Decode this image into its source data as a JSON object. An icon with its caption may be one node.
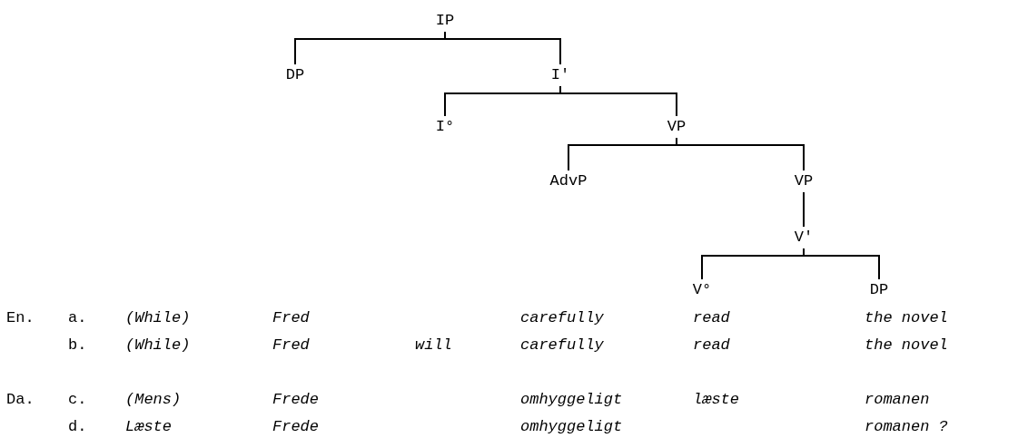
{
  "diagram": {
    "nodes": [
      {
        "text": [
          "IP"
        ]
      },
      {
        "text": [
          "DP"
        ]
      },
      {
        "text": [
          "I'"
        ]
      },
      {
        "text": [
          "I°"
        ]
      },
      {
        "text": [
          "VP"
        ]
      },
      {
        "text": [
          "AdvP"
        ]
      },
      {
        "text": [
          "VP"
        ]
      },
      {
        "text": [
          "V'"
        ]
      },
      {
        "text": [
          "V°"
        ]
      },
      {
        "text": [
          "DP"
        ]
      }
    ],
    "edges": [
      {
        "from": 0,
        "to": 1,
        "arrow": "none"
      },
      {
        "from": 0,
        "to": 2,
        "arrow": "none"
      },
      {
        "from": 2,
        "to": 3,
        "arrow": "none"
      },
      {
        "from": 2,
        "to": 4,
        "arrow": "none"
      },
      {
        "from": 4,
        "to": 5,
        "arrow": "none"
      },
      {
        "from": 4,
        "to": 6,
        "arrow": "none"
      },
      {
        "from": 6,
        "to": 7,
        "arrow": "none"
      },
      {
        "from": 7,
        "to": 8,
        "arrow": "none"
      },
      {
        "from": 7,
        "to": 9,
        "arrow": "none"
      }
    ],
    "labels": [
      "En.",
      "a.",
      "(While)",
      "Fred",
      "carefully",
      "read",
      "the novel",
      "b.",
      "(While)",
      "Fred",
      "will",
      "carefully",
      "read",
      "the novel",
      "Da.",
      "c.",
      "(Mens)",
      "Frede",
      "omhyggeligt",
      "læste",
      "romanen",
      "d.",
      "Læste",
      "Frede",
      "omhyggeligt",
      "romanen ?"
    ]
  }
}
